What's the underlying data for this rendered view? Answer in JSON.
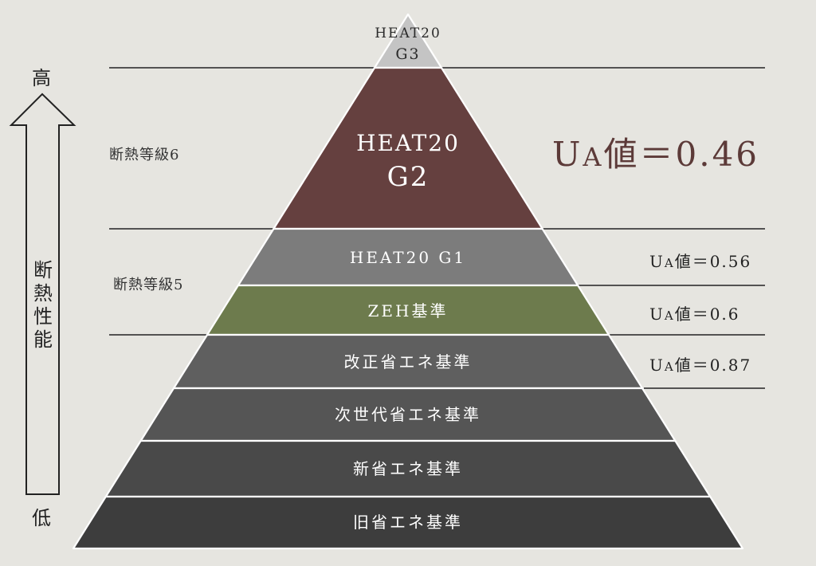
{
  "axis": {
    "high": "高",
    "low": "低",
    "title": "断熱性能"
  },
  "grades": [
    {
      "label": "断熱等級6"
    },
    {
      "label": "断熱等級5"
    }
  ],
  "levels": [
    {
      "name": "HEAT20 G3",
      "line1": "HEAT20",
      "line2": "G3",
      "color": "#c4c4c4",
      "text_color": "#2a2a2a"
    },
    {
      "name": "HEAT20 G2",
      "line1": "HEAT20",
      "line2": "G2",
      "color": "#65403f",
      "text_color": "#ffffff"
    },
    {
      "name": "HEAT20 G1",
      "line1": "HEAT20 G1",
      "color": "#7c7c7c",
      "text_color": "#ffffff"
    },
    {
      "name": "ZEH基準",
      "line1": "ZEH基準",
      "color": "#6d7b4d",
      "text_color": "#ffffff"
    },
    {
      "name": "改正省エネ基準",
      "line1": "改正省エネ基準",
      "color": "#5f5f5f",
      "text_color": "#ffffff"
    },
    {
      "name": "次世代省エネ基準",
      "line1": "次世代省エネ基準",
      "color": "#555555",
      "text_color": "#ffffff"
    },
    {
      "name": "新省エネ基準",
      "line1": "新省エネ基準",
      "color": "#494949",
      "text_color": "#ffffff"
    },
    {
      "name": "旧省エネ基準",
      "line1": "旧省エネ基準",
      "color": "#3d3d3d",
      "text_color": "#ffffff"
    }
  ],
  "ua_values": {
    "g2": {
      "prefix": "U",
      "sub": "A",
      "suffix": "値＝0.46"
    },
    "g1": {
      "prefix": "U",
      "sub": "A",
      "suffix": "値＝0.56"
    },
    "zeh": {
      "prefix": "U",
      "sub": "A",
      "suffix": "値＝0.6"
    },
    "kaisei": {
      "prefix": "U",
      "sub": "A",
      "suffix": "値＝0.87"
    }
  },
  "colors": {
    "background": "#e6e5e0",
    "line": "#222222",
    "accent": "#5c3a38",
    "outline": "#ffffff"
  }
}
